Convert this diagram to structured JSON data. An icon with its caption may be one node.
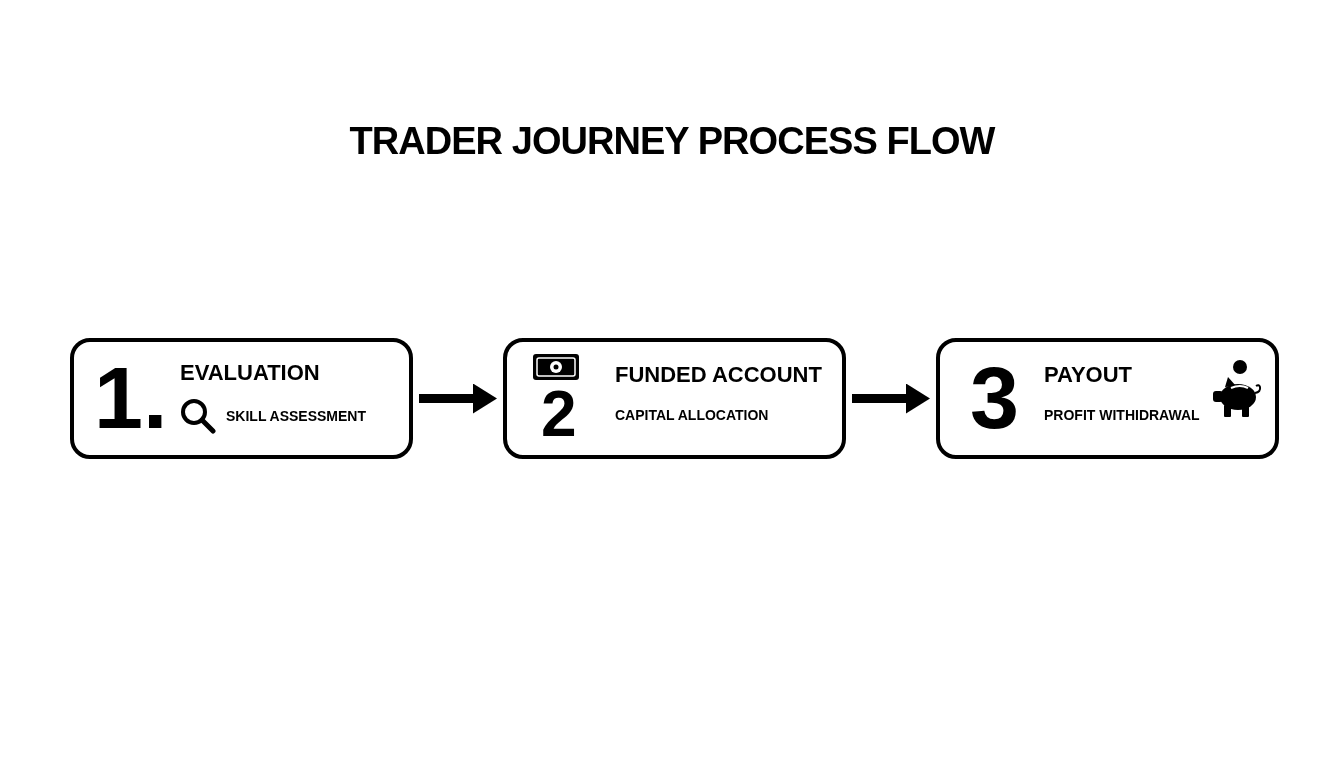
{
  "diagram": {
    "title": "TRADER JOURNEY PROCESS FLOW",
    "nodes": [
      {
        "text": [
          "1.",
          "EVALUATION",
          "SKILL ASSESSMENT"
        ]
      },
      {
        "text": [
          "2",
          "FUNDED ACCOUNT",
          "CAPITAL ALLOCATION"
        ]
      },
      {
        "text": [
          "3",
          "PAYOUT",
          "PROFIT WITHIDRAWAL"
        ]
      }
    ],
    "edges": [
      {
        "from": 0,
        "to": 1,
        "arrow": "to"
      },
      {
        "from": 1,
        "to": 2,
        "arrow": "to"
      }
    ]
  }
}
